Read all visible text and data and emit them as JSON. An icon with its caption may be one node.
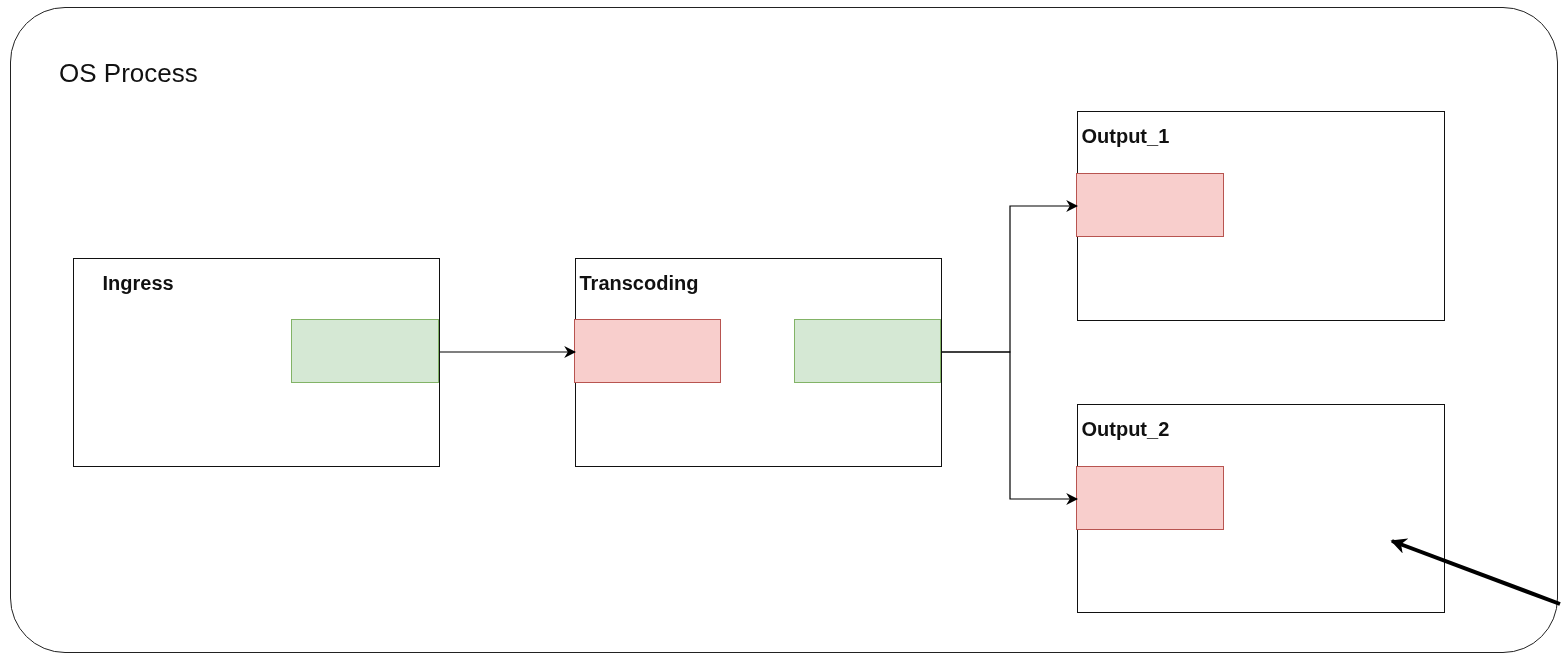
{
  "diagram": {
    "nodes": [
      {
        "text": [
          "OS Process"
        ]
      },
      {
        "text": [
          "Ingress"
        ],
        "in": 0
      },
      {
        "text": [],
        "shape": "box",
        "in": 1
      },
      {
        "text": [
          "Transcoding"
        ],
        "in": 0
      },
      {
        "text": [],
        "shape": "box",
        "in": 3
      },
      {
        "text": [],
        "shape": "box",
        "in": 3
      },
      {
        "text": [
          "Output_1"
        ],
        "in": 0
      },
      {
        "text": [],
        "shape": "box",
        "in": 6
      },
      {
        "text": [
          "Output_2"
        ],
        "in": 0
      },
      {
        "text": [],
        "shape": "box",
        "in": 8
      }
    ],
    "edges": [
      {
        "from": 2,
        "to": 4,
        "arrow": "to"
      },
      {
        "from": 5,
        "to": 7,
        "arrow": "to"
      },
      {
        "from": 5,
        "to": 9,
        "arrow": "to"
      },
      {
        "from": null,
        "to": 8,
        "arrow": "to",
        "style": "thick"
      }
    ]
  }
}
